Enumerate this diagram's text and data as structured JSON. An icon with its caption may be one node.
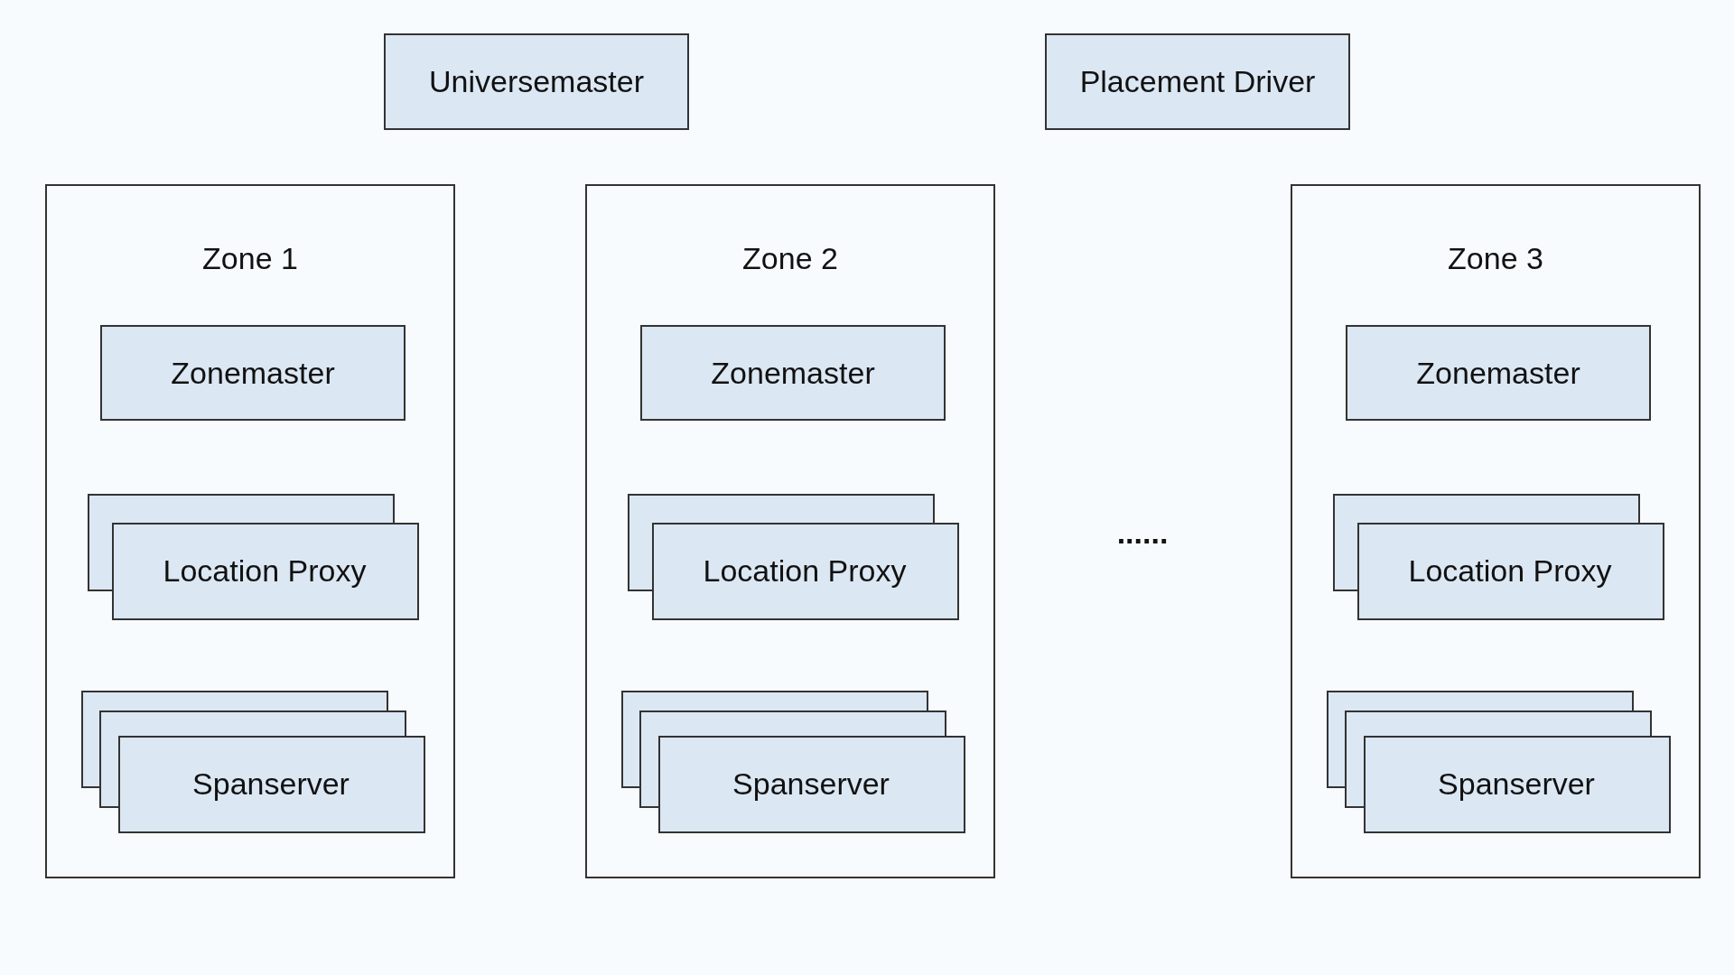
{
  "diagram": {
    "nodes": [
      {
        "text": [
          "Universemaster"
        ]
      },
      {
        "text": [
          "Placement Driver"
        ]
      },
      {
        "text": [
          "Zone 1"
        ]
      },
      {
        "text": [
          "Zonemaster"
        ],
        "in": 2
      },
      {
        "text": [
          "Location Proxy"
        ],
        "in": 2
      },
      {
        "text": [
          "Spanserver"
        ],
        "in": 2
      },
      {
        "text": [
          "Zone 2"
        ]
      },
      {
        "text": [
          "Zonemaster"
        ],
        "in": 6
      },
      {
        "text": [
          "Location Proxy"
        ],
        "in": 6
      },
      {
        "text": [
          "Spanserver"
        ],
        "in": 6
      },
      {
        "text": [
          "Zone 3"
        ]
      },
      {
        "text": [
          "Zonemaster"
        ],
        "in": 10
      },
      {
        "text": [
          "Location Proxy"
        ],
        "in": 10
      },
      {
        "text": [
          "Spanserver"
        ],
        "in": 10
      }
    ],
    "labels": [
      "......"
    ]
  }
}
